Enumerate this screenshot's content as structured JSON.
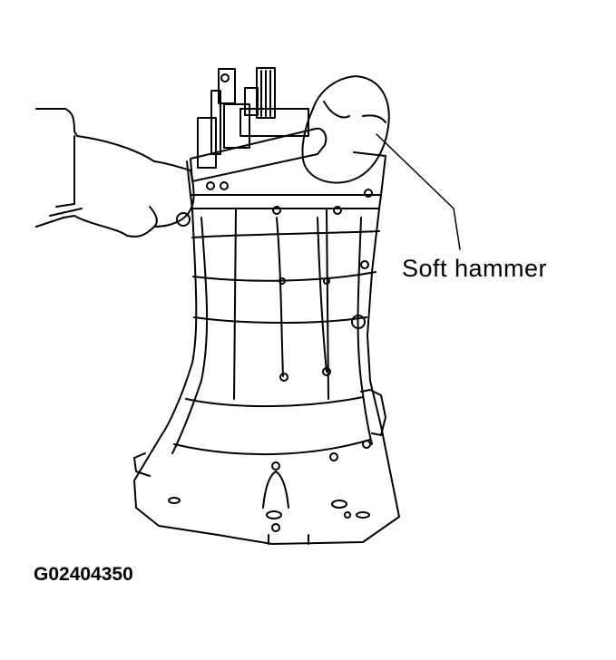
{
  "figure": {
    "subject": "Transmission case being tapped with a soft hammer",
    "callout_label": "Soft hammer",
    "figure_id": "G02404350",
    "line_color": "#000000",
    "background_color": "#ffffff"
  }
}
